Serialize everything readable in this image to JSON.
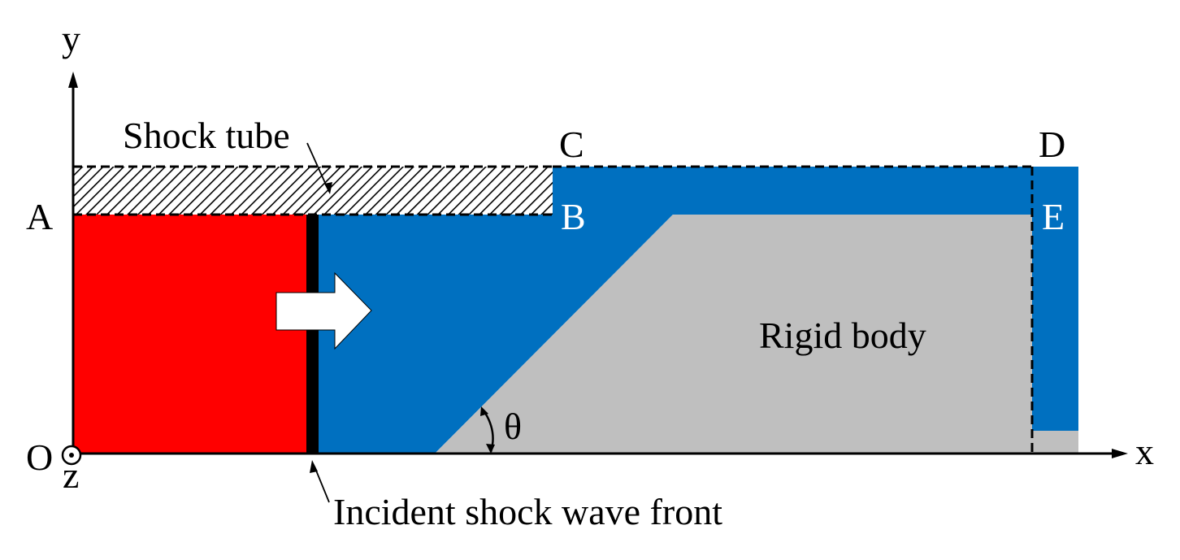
{
  "labels": {
    "y_axis": "y",
    "x_axis": "x",
    "z_axis": "z",
    "origin": "O",
    "point_a": "A",
    "point_b": "B",
    "point_c": "C",
    "point_d": "D",
    "point_e": "E",
    "shock_tube": "Shock tube",
    "rigid_body": "Rigid body",
    "angle": "θ",
    "incident_shock": "Incident shock wave front"
  },
  "colors": {
    "driver_gas": "#ff0000",
    "test_gas": "#0070c0",
    "rigid_body": "#bfbfbf",
    "shock_front": "#000000",
    "arrow_fill": "#ffffff"
  }
}
